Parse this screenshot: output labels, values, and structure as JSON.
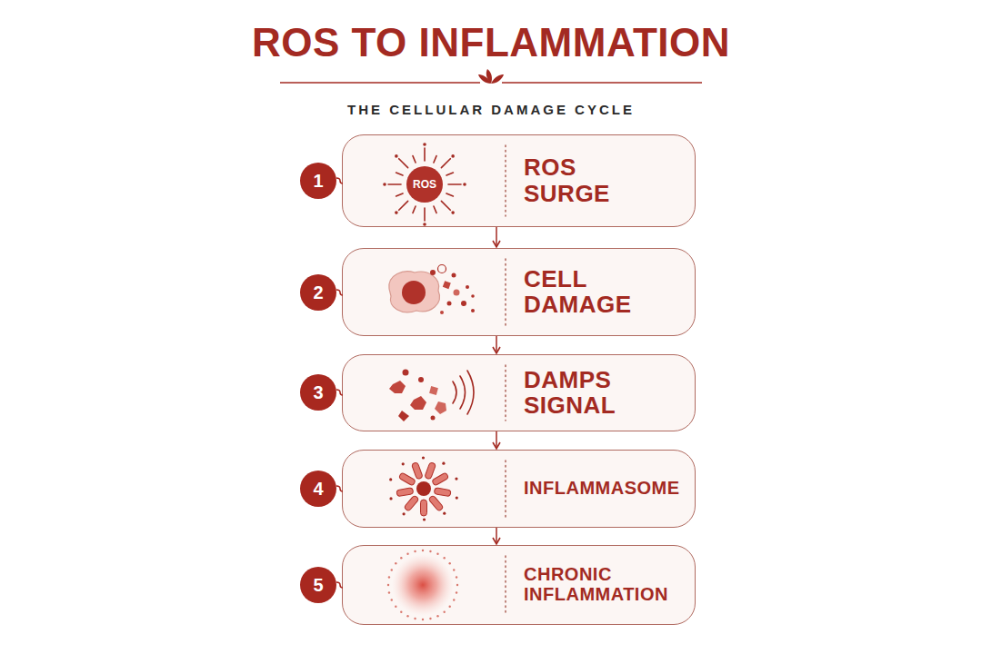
{
  "diagram": {
    "title": "ROS TO INFLAMMATION",
    "caption": "THE CELLULAR DAMAGE CYCLE",
    "nodes": [
      {
        "text": [
          "ROS SURGE"
        ]
      },
      {
        "text": [
          "CELL DAMAGE"
        ]
      },
      {
        "text": [
          "DAMPS SIGNAL"
        ]
      },
      {
        "text": [
          "INFLAMMASOME"
        ]
      },
      {
        "text": [
          "CHRONIC INFLAMMATION"
        ]
      }
    ],
    "edges": [
      {
        "from": 0,
        "to": 1,
        "arrow": "to"
      },
      {
        "from": 1,
        "to": 2,
        "arrow": "to"
      },
      {
        "from": 2,
        "to": 3,
        "arrow": "to"
      },
      {
        "from": 3,
        "to": 4,
        "arrow": "to"
      }
    ],
    "labels": [
      "1",
      "ROS",
      "2",
      "3",
      "4",
      "5"
    ]
  }
}
